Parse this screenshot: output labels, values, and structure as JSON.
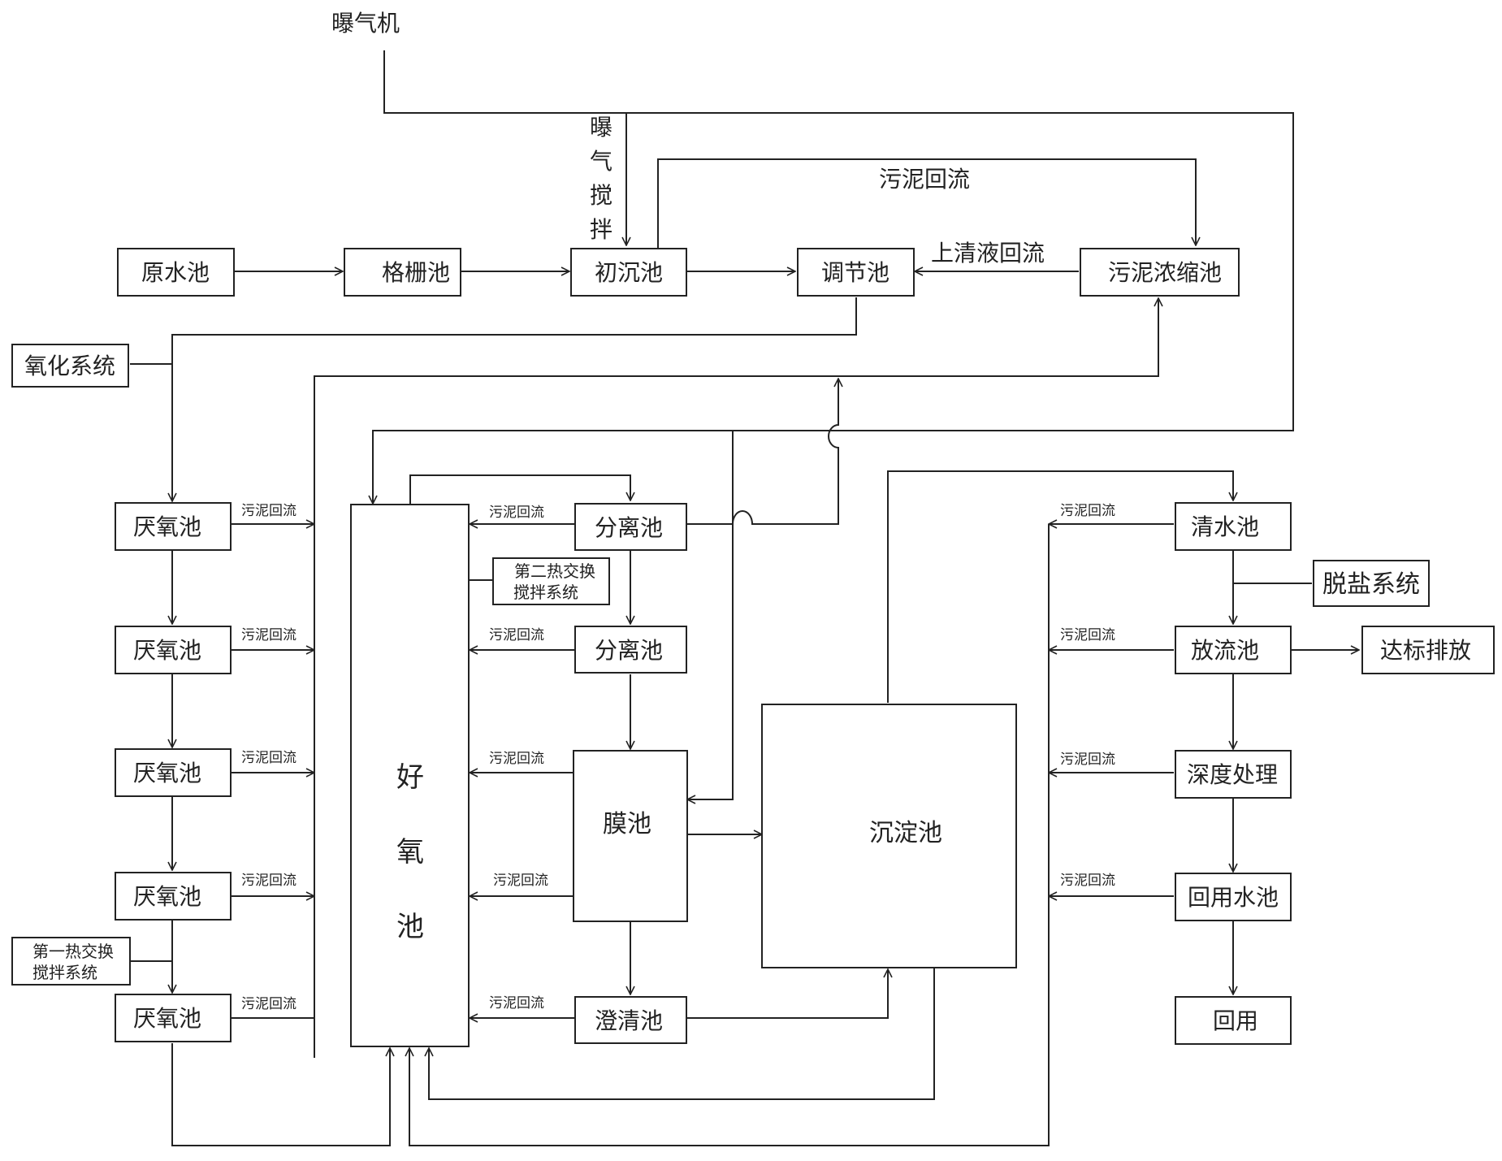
{
  "title": "曝气机",
  "labels": {
    "aeration_stir": [
      "曝",
      "气",
      "搅",
      "拌"
    ],
    "sludge_return_top": "污泥回流",
    "supernatant_return": "上清液回流",
    "small_sludge_return": "污泥回流"
  },
  "nodes": {
    "raw_water": "原水池",
    "grid": "格栅池",
    "primary": "初沉池",
    "regulate": "调节池",
    "thickener": "污泥浓缩池",
    "oxidation": "氧化系统",
    "anaerobic": "厌氧池",
    "aerobic": [
      "好",
      "氧",
      "池"
    ],
    "separator": "分离池",
    "heat2_line1": "第二热交换",
    "heat2_line2": "搅拌系统",
    "heat1_line1": "第一热交换",
    "heat1_line2": "搅拌系统",
    "membrane": "膜池",
    "clarifier": "澄清池",
    "sediment": "沉淀池",
    "clear_water": "清水池",
    "desalt": "脱盐系统",
    "discharge": "放流池",
    "standard": "达标排放",
    "deep": "深度处理",
    "reuse_pool": "回用水池",
    "reuse": "回用"
  }
}
